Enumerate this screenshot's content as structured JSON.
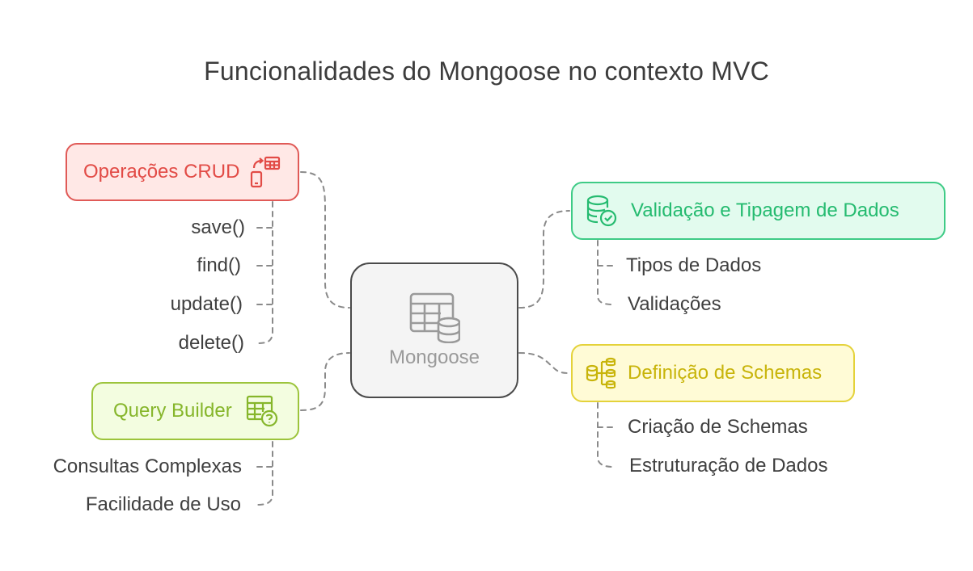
{
  "title": "Funcionalidades do Mongoose no contexto MVC",
  "center": {
    "label": "Mongoose",
    "icon": "table-database-icon"
  },
  "branches": {
    "crud": {
      "label": "Operações CRUD",
      "icon": "phone-table-sync-icon",
      "color": "#e05a57",
      "items": [
        "save()",
        "find()",
        "update()",
        "delete()"
      ]
    },
    "query": {
      "label": "Query Builder",
      "icon": "table-question-icon",
      "color": "#9cc43c",
      "items": [
        "Consultas Complexas",
        "Facilidade de Uso"
      ]
    },
    "validation": {
      "label": "Validação e Tipagem de Dados",
      "icon": "database-check-icon",
      "color": "#3ecb86",
      "items": [
        "Tipos de Dados",
        "Validações"
      ]
    },
    "schema": {
      "label": "Definição de Schemas",
      "icon": "database-hierarchy-icon",
      "color": "#e4d23a",
      "items": [
        "Criação de Schemas",
        "Estruturação de Dados"
      ]
    }
  }
}
